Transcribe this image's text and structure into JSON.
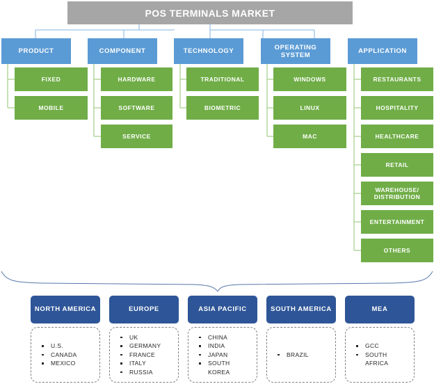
{
  "title": {
    "text": "POS TERMINALS MARKET"
  },
  "colors": {
    "title_bg": "#a6a6a6",
    "segment_blue": "#5b9bd5",
    "sub_green": "#70ad47",
    "region_navy": "#2e5597",
    "connector_blue": "#9dc3e6",
    "connector_green": "#a9d18e",
    "dash_border": "#7f7f7f",
    "text_light": "#ffffff",
    "text_dark": "#262626"
  },
  "segments": [
    {
      "label": "PRODUCT",
      "items": [
        "FIXED",
        "MOBILE"
      ]
    },
    {
      "label": "COMPONENT",
      "items": [
        "HARDWARE",
        "SOFTWARE",
        "SERVICE"
      ]
    },
    {
      "label": "TECHNOLOGY",
      "items": [
        "TRADITIONAL",
        "BIOMETRIC"
      ]
    },
    {
      "label": "OPERATING SYSTEM",
      "items": [
        "WINDOWS",
        "LINUX",
        "MAC"
      ]
    },
    {
      "label": "APPLICATION",
      "items": [
        "RESTAURANTS",
        "HOSPITALITY",
        "HEALTHCARE",
        "RETAIL",
        "WAREHOUSE/ DISTRIBUTION",
        "ENTERTAINMENT",
        "OTHERS"
      ]
    }
  ],
  "regions": [
    {
      "label": "NORTH AMERICA",
      "countries": [
        "U.S.",
        "CANADA",
        "MEXICO"
      ]
    },
    {
      "label": "EUROPE",
      "countries": [
        "UK",
        "GERMANY",
        "FRANCE",
        "ITALY",
        "RUSSIA"
      ]
    },
    {
      "label": "ASIA PACIFIC",
      "countries": [
        "CHINA",
        "INDIA",
        "JAPAN",
        "SOUTH\nKOREA"
      ]
    },
    {
      "label": "SOUTH AMERICA",
      "countries": [
        "BRAZIL"
      ]
    },
    {
      "label": "MEA",
      "countries": [
        "GCC",
        "SOUTH\nAFRICA"
      ]
    }
  ]
}
